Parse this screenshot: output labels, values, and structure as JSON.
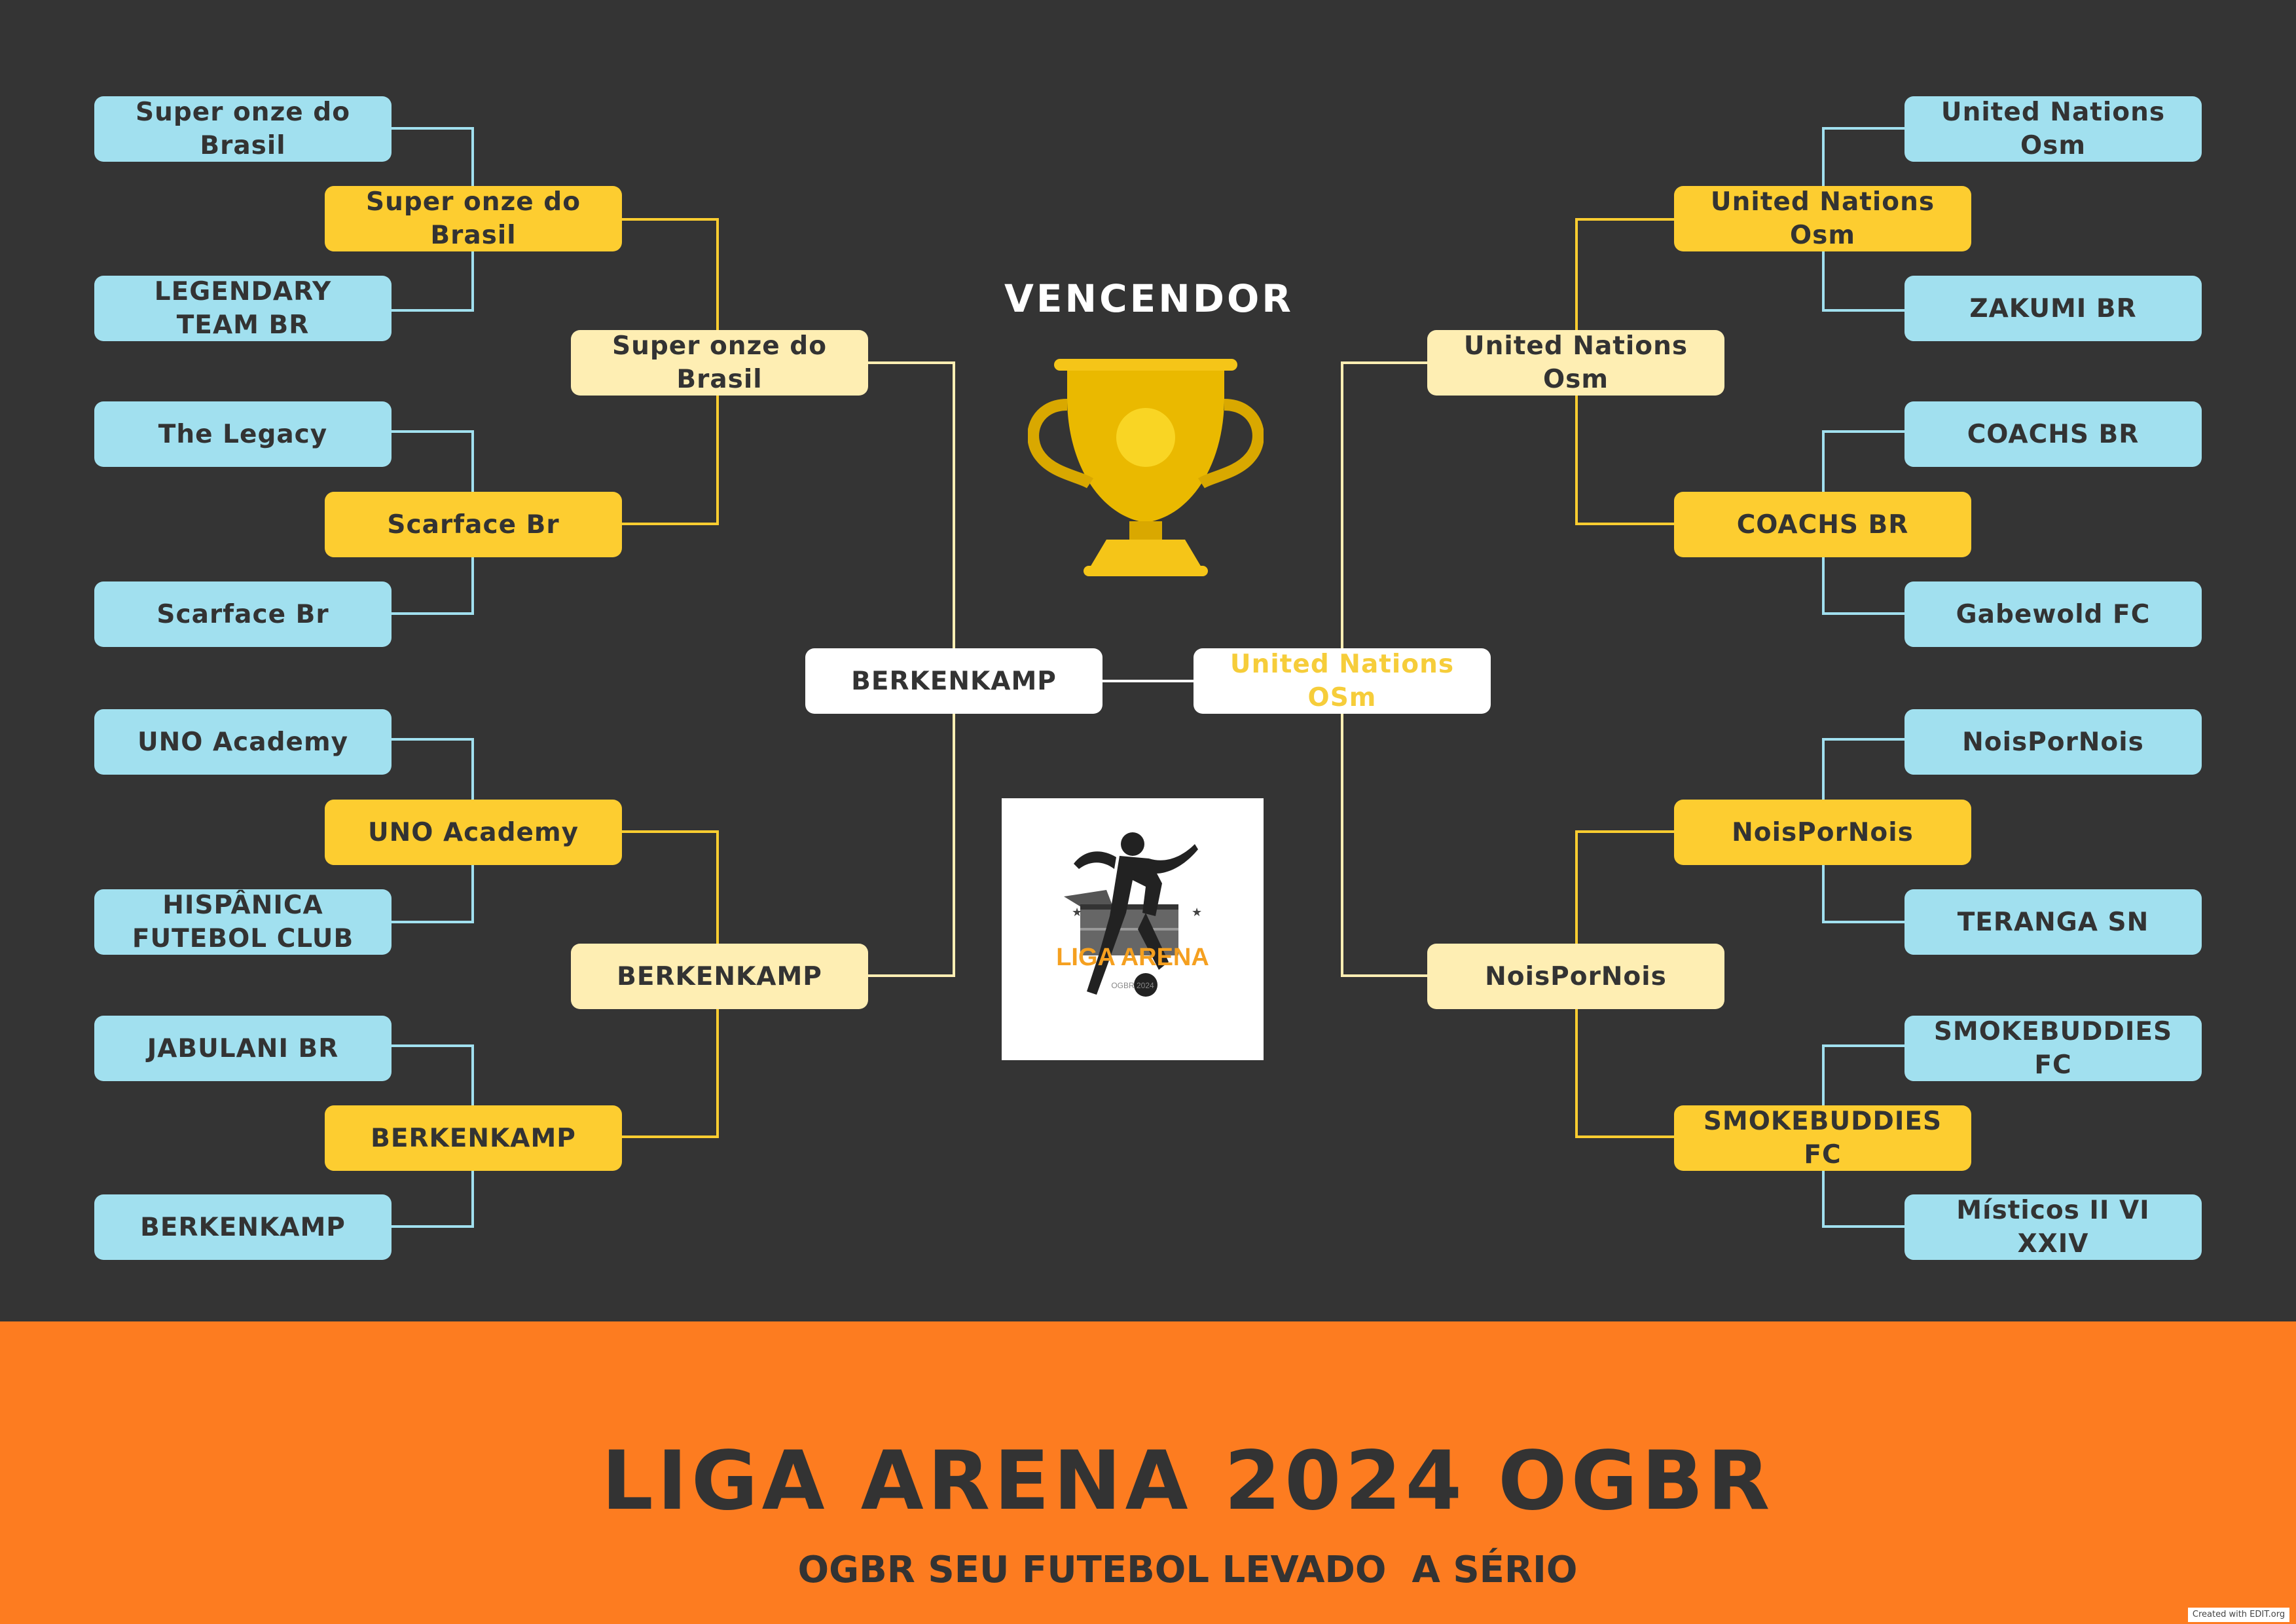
{
  "bracket": {
    "left": {
      "round1": [
        "Super onze do Brasil",
        "LEGENDARY TEAM BR",
        "The Legacy",
        "Scarface Br",
        "UNO Academy",
        "HISPÂNICA FUTEBOL CLUB",
        "JABULANI BR",
        "BERKENKAMP"
      ],
      "round2": [
        "Super onze do Brasil",
        "Scarface Br",
        "UNO Academy",
        "BERKENKAMP"
      ],
      "round3": [
        "Super onze do Brasil",
        "BERKENKAMP"
      ],
      "final": "BERKENKAMP"
    },
    "right": {
      "round1": [
        "United Nations Osm",
        "ZAKUMI BR",
        "COACHS BR",
        "Gabewold FC",
        "NoisPorNois",
        "TERANGA SN",
        "SMOKEBUDDIES FC",
        "Místicos II VI XXIV"
      ],
      "round2": [
        "United Nations Osm",
        "COACHS BR",
        "NoisPorNois",
        "SMOKEBUDDIES FC"
      ],
      "round3": [
        "United Nations Osm",
        "NoisPorNois"
      ],
      "final": "United Nations OSm"
    }
  },
  "winner_heading": "VENCENDOR",
  "logo": {
    "text": "LIGA ARENA",
    "subtext": "OGBR 2024"
  },
  "footer": {
    "title": "LIGA ARENA 2024 OGBR",
    "subtitle": "OGBR SEU FUTEBOL LEVADO  A SÉRIO"
  },
  "credit": "Created with EDIT.org",
  "colors": {
    "background": "#343434",
    "footer": "#fd7c20",
    "round1": "#a1e0ef",
    "round2": "#fdcd30",
    "round3": "#feeeb3",
    "final": "#ffffff",
    "trophy": "#f5c518"
  }
}
